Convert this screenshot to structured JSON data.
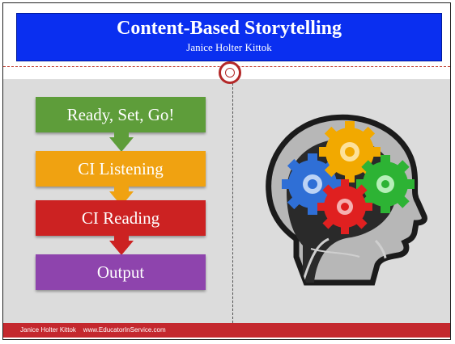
{
  "slide": {
    "title": "Content-Based Storytelling",
    "subtitle": "Janice Holter Kittok"
  },
  "flow": {
    "steps": [
      {
        "label": "Ready, Set, Go!",
        "color": "#5e9d3a"
      },
      {
        "label": "CI  Listening",
        "color": "#f0a211"
      },
      {
        "label": "CI Reading",
        "color": "#cc2222"
      },
      {
        "label": "Output",
        "color": "#8e44ad"
      }
    ]
  },
  "image": {
    "icon": "head-with-gears-icon",
    "gear_colors": [
      "#2f6fd6",
      "#f2a900",
      "#2db334",
      "#e02020"
    ]
  },
  "footer": {
    "text": "Janice Holter Kittok    www.EducatorInService.com"
  },
  "colors": {
    "title_blue": "#0a2ff0",
    "footer_red": "#c4282e",
    "content_gray": "#dcdcdc"
  }
}
